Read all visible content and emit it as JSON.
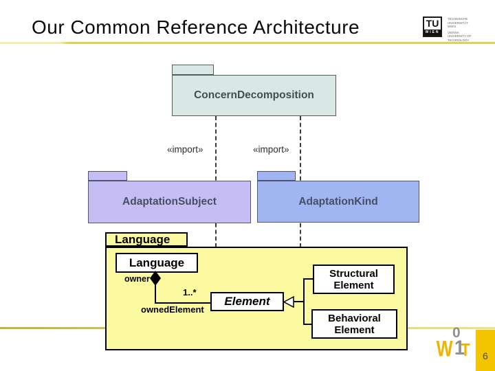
{
  "slide": {
    "title": "Our Common Reference Architecture",
    "page_number": "6"
  },
  "tu_logo": {
    "acronym": "TU",
    "city": "WIEN",
    "lines_de": [
      "TECHNISCHE",
      "UNIVERSITÄT",
      "WIEN"
    ],
    "lines_en": [
      "VIENNA",
      "UNIVERSITY OF",
      "TECHNOLOGY"
    ]
  },
  "wit_logo": {
    "w": "W",
    "zero": "0",
    "one": "1",
    "t": "T"
  },
  "diagram": {
    "packages": [
      {
        "name": "ConcernDecomposition",
        "fill": "#d9e8e5"
      },
      {
        "name": "AdaptationSubject",
        "fill": "#c6bdf4"
      },
      {
        "name": "AdaptationKind",
        "fill": "#a0b5f2"
      },
      {
        "name": "Language",
        "fill": "#fcfaa0"
      }
    ],
    "import_labels": [
      "«import»",
      "«import»"
    ],
    "classes": [
      {
        "name": "Language"
      },
      {
        "name": "Element",
        "stereotype": "abstract"
      },
      {
        "lines": [
          "Structural",
          "Element"
        ]
      },
      {
        "lines": [
          "Behavioral",
          "Element"
        ]
      }
    ],
    "association": {
      "role": "owner",
      "multiplicity": "1..*",
      "end_name": "ownedElement",
      "type": "composition"
    }
  },
  "colors": {
    "rule_yellow": "#ddd452",
    "accent_gold": "#f2c500",
    "wit_gold": "#f0b400",
    "wit_gray": "#8f9190"
  }
}
